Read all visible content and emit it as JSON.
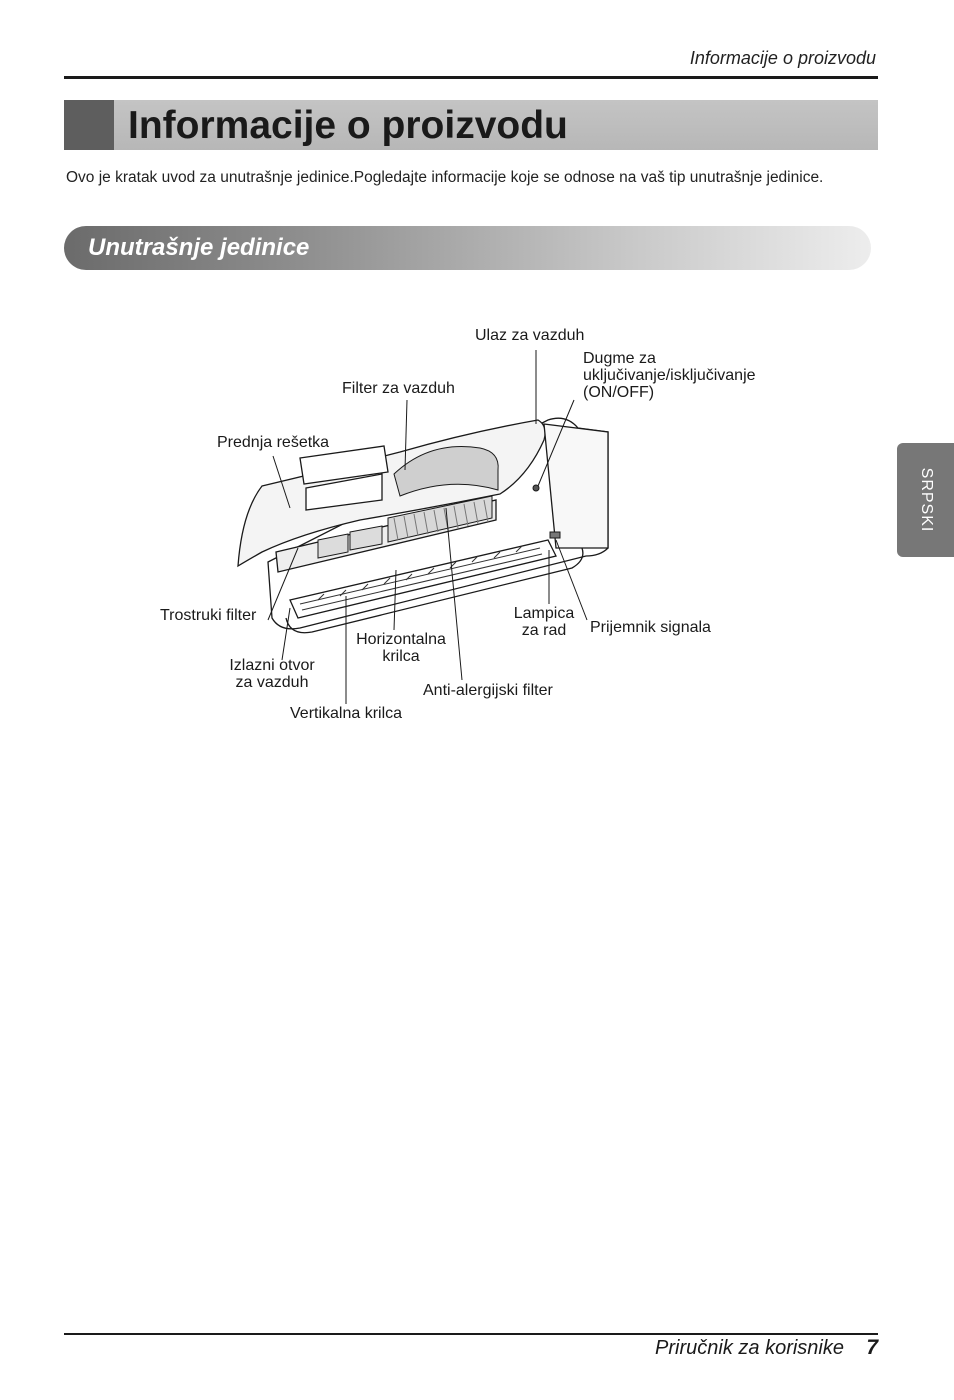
{
  "header": {
    "running_title": "Informacije o proizvodu"
  },
  "title": "Informacije o proizvodu",
  "intro": "Ovo je kratak uvod za unutrašnje jedinice.Pogledajte informacije koje se odnose na vaš tip unutrašnje jedinice.",
  "section": {
    "heading": "Unutrašnje jedinice"
  },
  "side_tab": "SRPSKI",
  "diagram": {
    "labels": {
      "air_inlet": "Ulaz za vazduh",
      "power_button": [
        "Dugme za",
        "uključivanje/isključivanje",
        "(ON/OFF)"
      ],
      "air_filter": "Filter za vazduh",
      "front_grille": "Prednja rešetka",
      "triple_filter": "Trostruki filter",
      "horizontal_louver": [
        "Horizontalna",
        "krilca"
      ],
      "operation_lamp": [
        "Lampica",
        "za rad"
      ],
      "signal_receiver": "Prijemnik signala",
      "air_outlet": [
        "Izlazni otvor",
        "za vazduh"
      ],
      "anti_allergic_filter": "Anti-alergijski filter",
      "vertical_louver": "Vertikalna krilca"
    }
  },
  "footer": {
    "manual": "Priručnik za korisnike",
    "page": "7"
  }
}
